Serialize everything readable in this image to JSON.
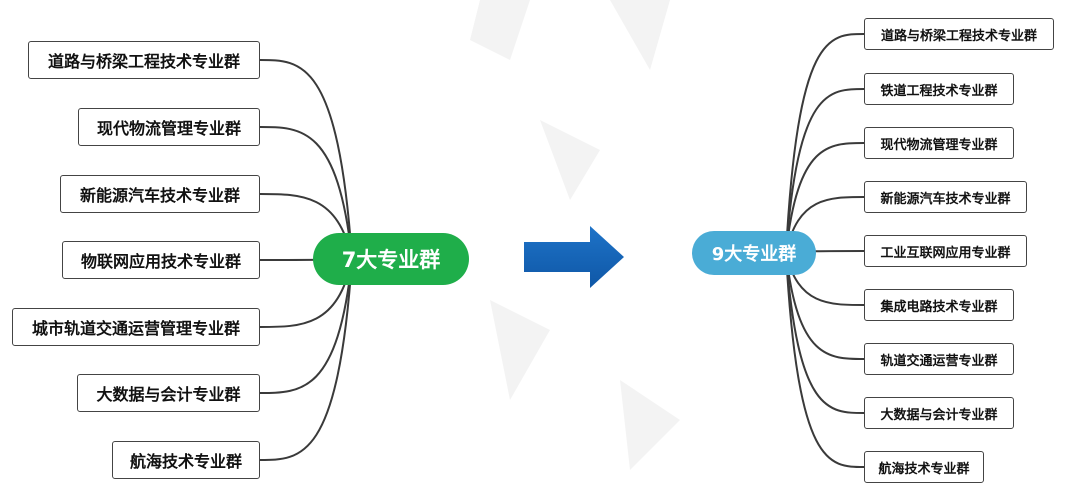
{
  "left": {
    "hub_label": "7大专业群",
    "hub_color": "#1fae4a",
    "items": [
      "道路与桥梁工程技术专业群",
      "现代物流管理专业群",
      "新能源汽车技术专业群",
      "物联网应用技术专业群",
      "城市轨道交通运营管理专业群",
      "大数据与会计专业群",
      "航海技术专业群"
    ]
  },
  "right": {
    "hub_label": "9大专业群",
    "hub_color": "#4aacd6",
    "items": [
      "道路与桥梁工程技术专业群",
      "铁道工程技术专业群",
      "现代物流管理专业群",
      "新能源汽车技术专业群",
      "工业互联网应用专业群",
      "集成电路技术专业群",
      "轨道交通运营专业群",
      "大数据与会计专业群",
      "航海技术专业群"
    ]
  },
  "arrow": {
    "icon": "right-arrow-icon",
    "color": "#1565c0"
  }
}
